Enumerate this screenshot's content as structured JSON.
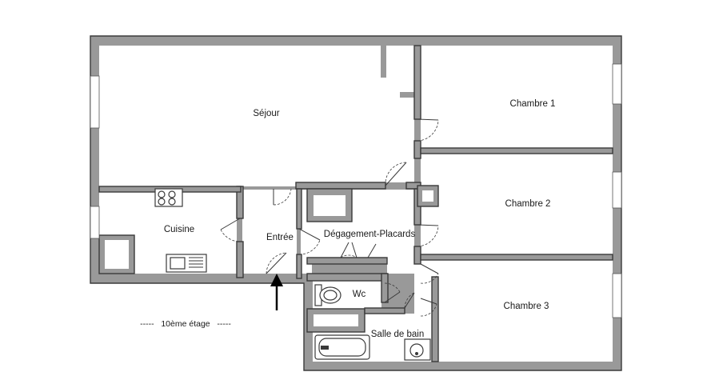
{
  "rooms": {
    "sejour": "Séjour",
    "chambre1": "Chambre 1",
    "chambre2": "Chambre 2",
    "chambre3": "Chambre 3",
    "cuisine": "Cuisine",
    "entree": "Entrée",
    "degagement": "Dégagement-Placards",
    "wc": "Wc",
    "salle_de_bain": "Salle de bain"
  },
  "floor_label": "-----   10ème étage   -----",
  "entrance_marker": "arrow-up-icon",
  "colors": {
    "wall": "#999999",
    "wall_outline": "#3a3a3a",
    "room": "#ffffff"
  }
}
